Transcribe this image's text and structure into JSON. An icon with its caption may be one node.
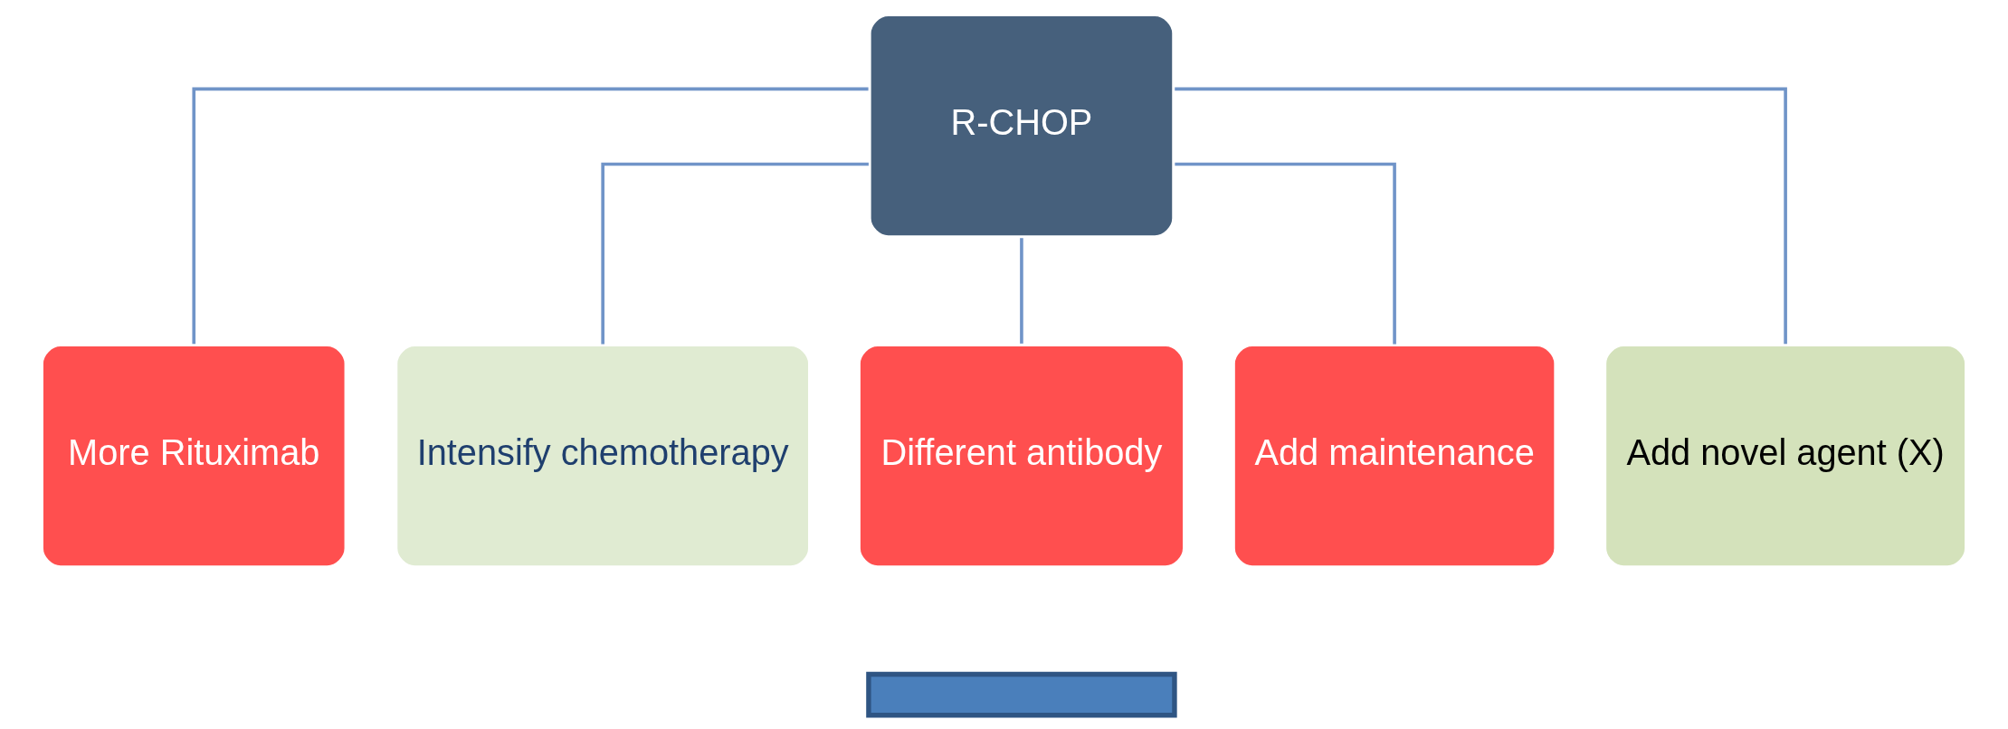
{
  "diagram": {
    "nodes": [
      {
        "text": [
          "R-CHOP"
        ]
      },
      {
        "text": [
          "More Rituximab"
        ]
      },
      {
        "text": [
          "Intensify chemotherapy"
        ]
      },
      {
        "text": [
          "Different antibody"
        ]
      },
      {
        "text": [
          "Add maintenance"
        ]
      },
      {
        "text": [
          "Add novel agent (X)"
        ]
      },
      {
        "text": [],
        "shape": "bar"
      }
    ],
    "edges": [
      {
        "from": 0,
        "to": 1,
        "arrow": "none"
      },
      {
        "from": 0,
        "to": 2,
        "arrow": "none"
      },
      {
        "from": 0,
        "to": 3,
        "arrow": "none"
      },
      {
        "from": 0,
        "to": 4,
        "arrow": "none"
      },
      {
        "from": 0,
        "to": 5,
        "arrow": "none"
      }
    ]
  }
}
